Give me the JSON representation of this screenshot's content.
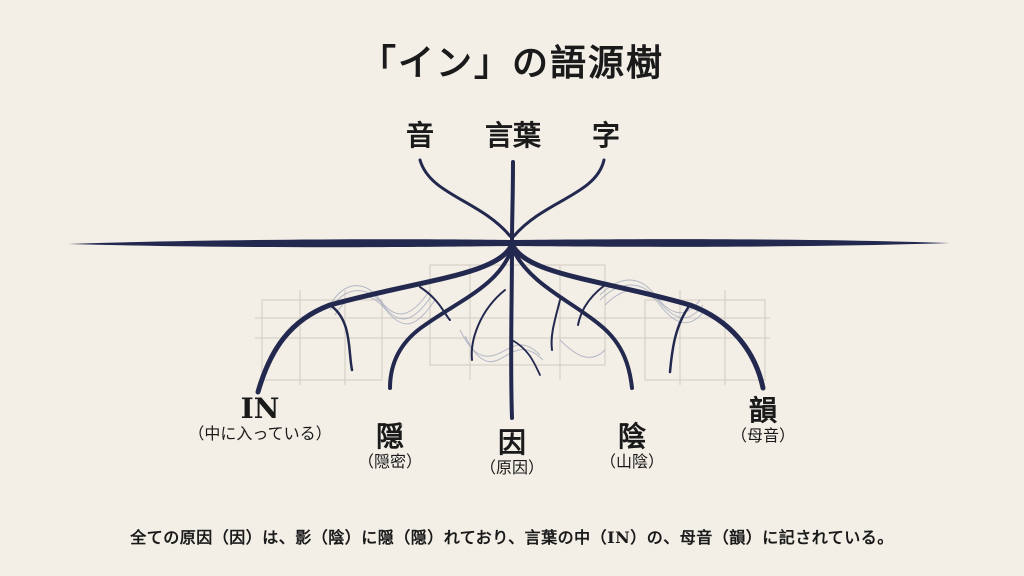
{
  "title": "「イン」の語源樹",
  "top_words": {
    "left": "音",
    "center": "言葉",
    "right": "字"
  },
  "nodes": [
    {
      "main": "IN",
      "sub": "（中に入っている）"
    },
    {
      "main": "隠",
      "sub": "（隠密）"
    },
    {
      "main": "因",
      "sub": "（原因）"
    },
    {
      "main": "陰",
      "sub": "（山陰）"
    },
    {
      "main": "韻",
      "sub": "（母音）"
    }
  ],
  "caption": "全ての原因（因）は、影（陰）に隠（隠）れており、言葉の中（IN）の、母音（韻）に記されている。",
  "colors": {
    "background": "#f3efe7",
    "ink": "#23284f",
    "text": "#1a1a1a",
    "grid": "#c9c3b8"
  }
}
